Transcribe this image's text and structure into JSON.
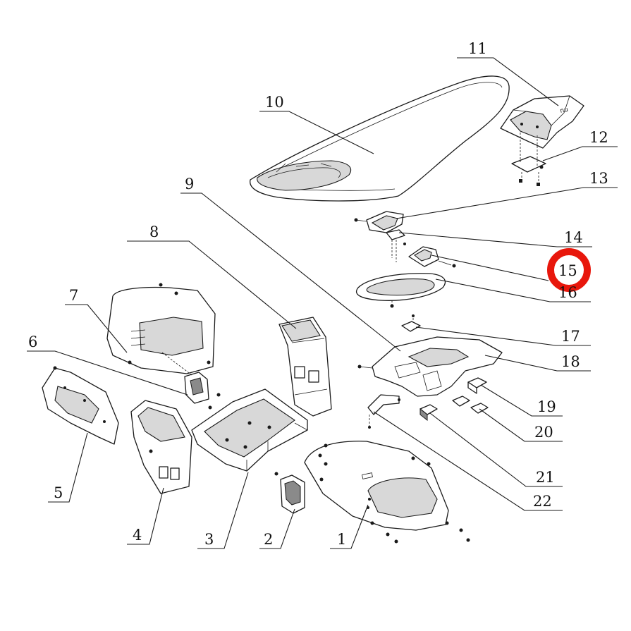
{
  "callouts": [
    {
      "id": "1",
      "label": "1"
    },
    {
      "id": "2",
      "label": "2"
    },
    {
      "id": "3",
      "label": "3"
    },
    {
      "id": "4",
      "label": "4"
    },
    {
      "id": "5",
      "label": "5"
    },
    {
      "id": "6",
      "label": "6"
    },
    {
      "id": "7",
      "label": "7"
    },
    {
      "id": "8",
      "label": "8"
    },
    {
      "id": "9",
      "label": "9"
    },
    {
      "id": "10",
      "label": "10"
    },
    {
      "id": "11",
      "label": "11"
    },
    {
      "id": "12",
      "label": "12"
    },
    {
      "id": "13",
      "label": "13"
    },
    {
      "id": "14",
      "label": "14"
    },
    {
      "id": "15",
      "label": "15"
    },
    {
      "id": "16",
      "label": "16"
    },
    {
      "id": "17",
      "label": "17"
    },
    {
      "id": "18",
      "label": "18"
    },
    {
      "id": "19",
      "label": "19"
    },
    {
      "id": "20",
      "label": "20"
    },
    {
      "id": "21",
      "label": "21"
    },
    {
      "id": "22",
      "label": "22"
    }
  ],
  "highlighted_callout": "15",
  "colors": {
    "line": "#1a1a1a",
    "highlight": "#e8170c",
    "background": "#ffffff"
  }
}
